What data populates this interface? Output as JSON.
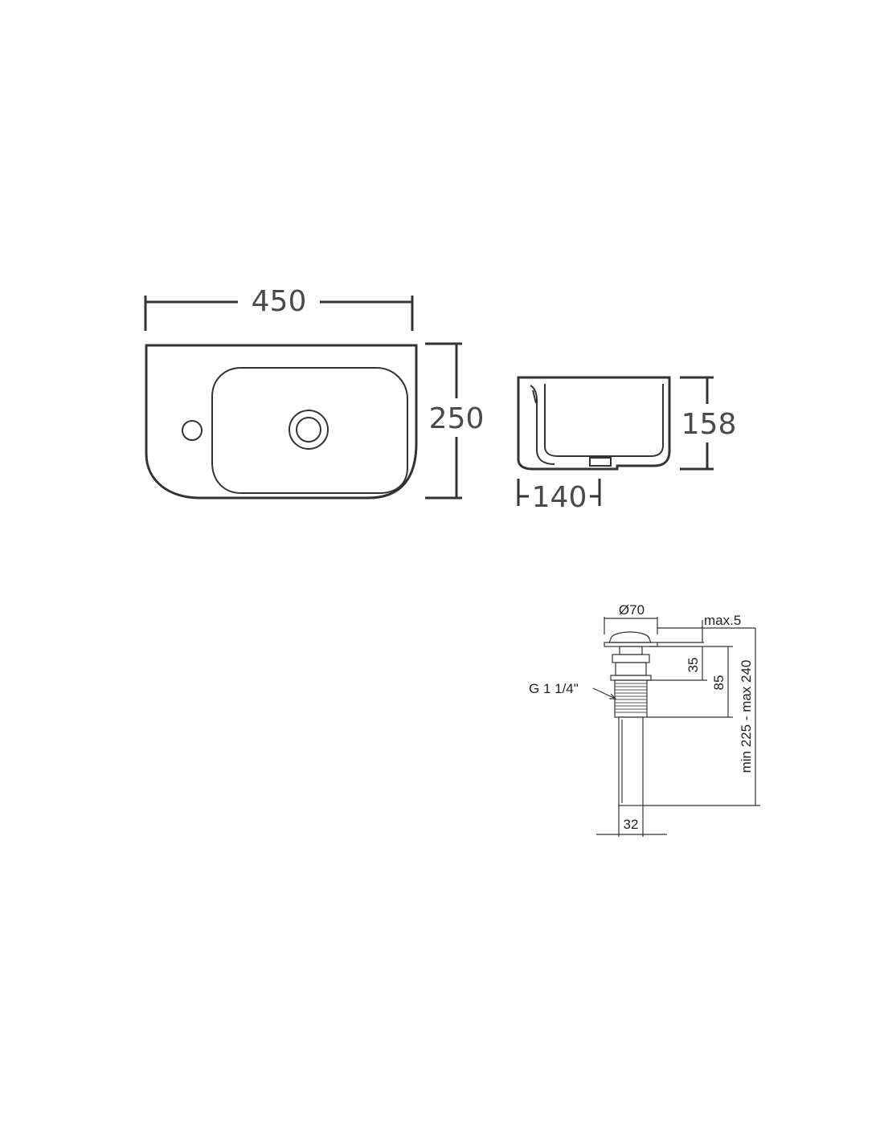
{
  "basin_top_view": {
    "width_label": "450",
    "depth_label": "250"
  },
  "basin_side_view": {
    "height_label": "158",
    "bottom_label": "140"
  },
  "drain_detail": {
    "diameter_label": "Ø70",
    "flange_label": "max.5",
    "upper_label": "35",
    "thread_length_label": "85",
    "total_length_label": "min 225 - max 240",
    "thread_label": "G 1 1/4\"",
    "pipe_label": "32"
  },
  "colors": {
    "line": "#333333",
    "dimension_text_large": "#4a4a4a",
    "dimension_text_small": "#222222"
  }
}
